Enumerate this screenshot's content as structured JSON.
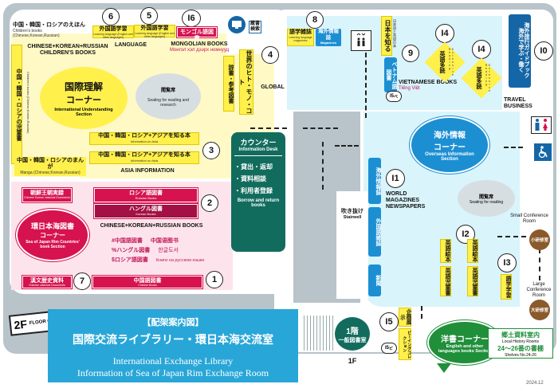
{
  "floor": {
    "badge": "2F",
    "badge_sub": "FLOOR GUIDE",
    "date": "2024.12",
    "first_floor": "1F",
    "stairwell_jp": "吹き抜け",
    "stairwell_en": "Stairwell"
  },
  "title": {
    "heading": "【配架案内図】",
    "jp": "国際交流ライブラリー・環日本海交流室",
    "en1": "International Exchange Library",
    "en2": "Information of Sea of Japan Rim Exchange Room"
  },
  "sections": {
    "intl_understanding": {
      "jp": "国際理解",
      "jp2": "コーナー",
      "en": "International Understanding Section"
    },
    "sea_japan": {
      "jp": "環日本海図書",
      "jp2": "コーナー",
      "en": "Sea of Japan Rim Countries' book Section"
    },
    "overseas": {
      "jp": "海外情報",
      "jp2": "コーナー",
      "en": "Overseas Information Section"
    },
    "western": {
      "jp": "洋書コーナー",
      "en": "English and other languages books Section"
    },
    "local_history": {
      "jp": "郷土資料室内",
      "en": "Local History Rooms",
      "shelves": "24〜26番の書棚",
      "shelves_en": "Shelves No.24-26"
    }
  },
  "labels": {
    "ckr_children": "CHINESE+KOREAN+RUSSIAN CHILDREN'S BOOKS",
    "language": "LANGUAGE",
    "mongolian": "MONGOLIAN BOOKS",
    "mongolian_sub": "Монгол хэл дээрх номнууд",
    "global": "GLOBAL",
    "asia_info": "ASIA INFORMATION",
    "ckr_books": "CHINESE+KOREAN+RUSSIAN BOOKS",
    "world_mag": "WORLD MAGAZINES NEWSPAPERS",
    "vietnamese": "VIETNAMESE BOOKS",
    "vietnamese_sub": "Tiếng Việt",
    "travel": "TRAVEL BUSINESS",
    "small_conf": "Small Conference Room",
    "large_conf": "Large Conference Room"
  },
  "reading": {
    "jp": "閲覧席",
    "en": "Seating for reading and research",
    "en2": "Seating for reading"
  },
  "desk": {
    "title_jp": "カウンター",
    "title_en": "Information Desk",
    "item1": "・貸出・返却",
    "item2": "・資料相談",
    "item3": "・利用者登録",
    "item4": "Borrow and return books"
  },
  "shelves": {
    "n6": {
      "num": "6",
      "jp": "外国語学習",
      "en": "Learning language (English and other languages)"
    },
    "n5": {
      "num": "5",
      "jp": "外国語学習",
      "en": "Learning language (English and other languages)"
    },
    "n16": {
      "num": "I6",
      "jp": "モンゴル語図書"
    },
    "n4": {
      "num": "4",
      "jp": "世界のヒト・モノ・コト",
      "jp2": "辞書・参考図書"
    },
    "n3": {
      "num": "3",
      "jp1": "中国・韓国・ロシア+アジアを知る本",
      "en1": "Information on Asia",
      "jp2": "中国・韓国・ロシア+アジアを知る本",
      "en2": "Information on Asia"
    },
    "n2": {
      "num": "2",
      "ru_jp": "ロシア語図書",
      "ru_en": "Russian Books",
      "ko_jp": "ハングル図書",
      "ko_en": "Korean Books"
    },
    "n1": {
      "num": "1",
      "jp": "中国語図書",
      "en": "Chinese Books"
    },
    "n7": {
      "num": "7",
      "jp": "漢文歴史資料",
      "en": "Chinese classical Documents"
    },
    "chosen": {
      "jp": "朝鮮王朝実録",
      "en": "Chinese Korean classical Documents"
    },
    "lang_lines": [
      "#中国語図書",
      "%ハングル図書",
      "$ロシア語図書"
    ],
    "lang_lines_native": [
      "中国语图书",
      "한글도서",
      "Книги на русском языке"
    ],
    "children_cn": {
      "jp": "中国・韓国・ロシアのえほん",
      "en": "Children's books (Chinese,Korean,Russian)"
    },
    "children_v": {
      "jp": "中国・韓国・ロシアの児童書",
      "en": "Children's books (Chinese,Korean,Russian)"
    },
    "manga": {
      "jp": "中国・韓国・ロシアのまんが",
      "en": "Manga (Chinese,Korean,Russian)"
    },
    "n8": {
      "num": "8",
      "mag_jp": "語学雑誌",
      "mag_en": "Learning language magazines",
      "mag2_jp": "海外情報誌",
      "mag2_en": "Magazines"
    },
    "n9": {
      "num": "9",
      "jp": "ベトナム語図書",
      "jp2": "日本を知る",
      "jp3": "日本語と英語の本"
    },
    "n15a": {
      "num": "I5",
      "sub": "ベ"
    },
    "n14a": {
      "num": "I4",
      "jp": "英語多読",
      "en": "Extensive Reading"
    },
    "n14b": {
      "num": "I4",
      "jp": "英語多読",
      "en": "Extensive Reading"
    },
    "n10": {
      "num": "I0",
      "jp": "海外旅行ガイドブック",
      "jp2": "海外で学ぶ・働く"
    },
    "n11": {
      "num": "I1",
      "jp1": "海外情報誌",
      "jp2": "外国語雑誌",
      "jp3": "新聞"
    },
    "n12": {
      "num": "I2",
      "jp1": "英語絵本",
      "jp2": "英語児童書",
      "jp3": "英語絵本",
      "jp4": "英語児童書"
    },
    "n13": {
      "num": "I3",
      "jp": "語学学習"
    },
    "n15b": {
      "num": "I5",
      "jp": "企画展示",
      "jp2": "ビーイングコレクション"
    },
    "n15c": {
      "num": "I5",
      "sub": "ビ"
    },
    "ground_floor": {
      "jp": "1階",
      "jp2": "一般図書室"
    }
  },
  "rooms": {
    "small": "小研修室",
    "large": "大研修室"
  },
  "icons": {
    "pc": "computer-icon",
    "elevator": "elevator-icon",
    "restroom": "restroom-icon",
    "wheelchair": "wheelchair-icon",
    "pc_label": "蔵書検索"
  }
}
